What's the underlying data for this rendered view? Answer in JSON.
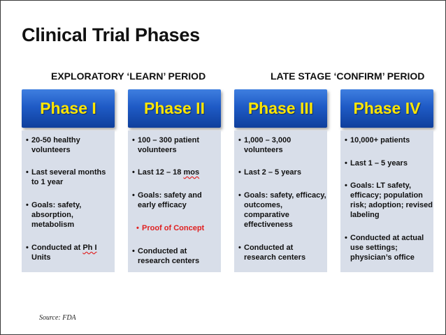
{
  "title": "Clinical Trial Phases",
  "periods": {
    "exploratory": "EXPLORATORY ‘LEARN’ PERIOD",
    "late_stage": "LATE STAGE ‘CONFIRM’ PERIOD"
  },
  "bullet": "•",
  "phases": [
    {
      "label": "Phase I",
      "items": [
        "20-50 healthy volunteers",
        "Last several months to 1 year",
        "Goals: safety, absorption, metabolism"
      ],
      "item4_prefix": "Conducted at ",
      "item4_underlined": "Ph I",
      "item4_suffix": " Units"
    },
    {
      "label": "Phase II",
      "items": [
        "100 – 300 patient volunteers",
        "Last 12 – 18 ",
        "Goals: safety and early efficacy",
        "Proof of Concept",
        "Conducted at research centers"
      ],
      "item2_underlined": "mos"
    },
    {
      "label": "Phase III",
      "items": [
        "1,000 – 3,000 volunteers",
        "Last 2 – 5 years",
        "Goals: safety, efficacy, outcomes, comparative effectiveness",
        "Conducted at research centers"
      ]
    },
    {
      "label": "Phase IV",
      "items": [
        "10,000+ patients",
        "Last 1 – 5 years",
        "Goals: LT safety, efficacy; population risk; adoption; revised labeling",
        "Conducted at actual use settings; physician’s office"
      ]
    }
  ],
  "colors": {
    "header_blue": "#1f5bc6",
    "header_text": "#ffe600",
    "body_bg": "#d8dee9",
    "highlight_red": "#e02020"
  },
  "source": "Source: FDA"
}
